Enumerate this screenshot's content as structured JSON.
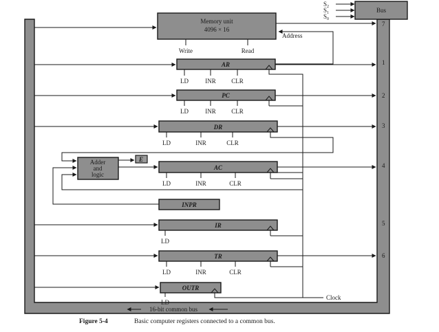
{
  "bus": {
    "label": "Bus",
    "select": [
      "S",
      "S",
      "S"
    ],
    "select_sub": [
      "2",
      "1",
      "0"
    ],
    "bottom_label": "16-bit common bus",
    "numbers": [
      "7",
      "1",
      "2",
      "3",
      "4",
      "5",
      "6"
    ]
  },
  "memory": {
    "name": "Memory unit",
    "size": "4096 × 16",
    "write": "Write",
    "read": "Read",
    "address": "Address"
  },
  "registers": {
    "ar": "AR",
    "pc": "PC",
    "dr": "DR",
    "ac": "AC",
    "inpr": "INPR",
    "ir": "IR",
    "tr": "TR",
    "outr": "OUTR",
    "e": "E"
  },
  "controls": {
    "ld": "LD",
    "inr": "INR",
    "clr": "CLR"
  },
  "adder": [
    "Adder",
    "and",
    "logic"
  ],
  "clock": "Clock",
  "caption": {
    "figure": "Figure 5-4",
    "text": "Basic computer registers connected to a common bus."
  }
}
